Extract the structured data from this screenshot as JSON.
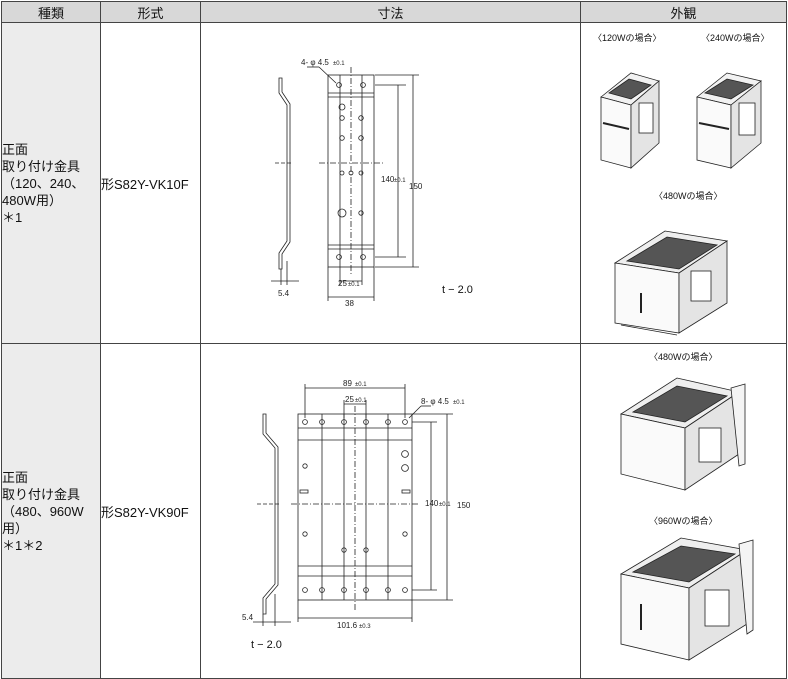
{
  "headers": {
    "kind": "種類",
    "model": "形式",
    "dimensions": "寸法",
    "appearance": "外観"
  },
  "rows": [
    {
      "kind": "正面\n取り付け金具\n（120、240、\n480W用）\n＊1",
      "model": "形S82Y-VK10F",
      "dims": {
        "hole": "4- φ 4.5",
        "hole_tol": "±0.1",
        "height_inner": "140",
        "height_inner_tol": "±0.1",
        "height_outer": "150",
        "pitch": "25",
        "pitch_tol": "±0.1",
        "width": "38",
        "side_offset": "5.4",
        "thickness": "t − 2.0"
      },
      "captions": [
        "〈120Wの場合〉",
        "〈240Wの場合〉",
        "〈480Wの場合〉"
      ]
    },
    {
      "kind": "正面\n取り付け金具\n（480、960W用）\n＊1＊2",
      "model": "形S82Y-VK90F",
      "dims": {
        "top_width": "89",
        "top_width_tol": "±0.1",
        "pitch": "25",
        "pitch_tol": "±0.1",
        "hole": "8- φ 4.5",
        "hole_tol": "±0.1",
        "height_inner": "140",
        "height_inner_tol": "±0.1",
        "height_outer": "150",
        "width": "101.6",
        "width_tol": "±0.3",
        "side_offset": "5.4",
        "thickness": "t − 2.0"
      },
      "captions": [
        "〈480Wの場合〉",
        "〈960Wの場合〉"
      ]
    }
  ]
}
